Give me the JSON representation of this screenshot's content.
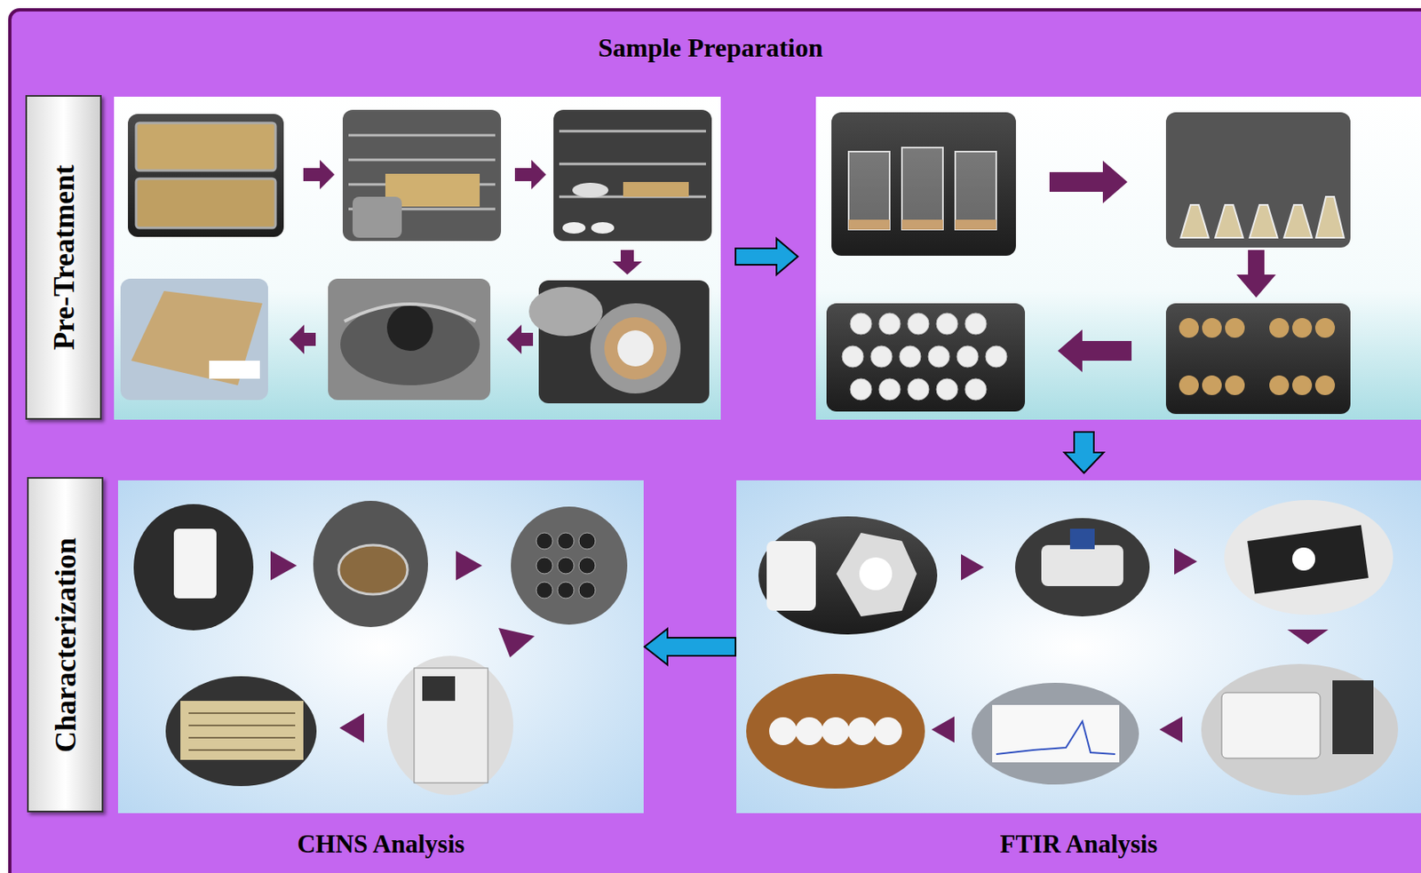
{
  "diagram": {
    "title": "Sample Preparation",
    "nodes": [
      {
        "text": [
          "Pre-Treatment"
        ]
      },
      {
        "text": [
          "Characterization"
        ]
      },
      {
        "text": [
          "FTIR Analysis"
        ]
      },
      {
        "text": [
          "CHNS Analysis"
        ]
      }
    ],
    "edges": [
      {
        "from": 2,
        "to": 3,
        "arrow": "to"
      }
    ]
  }
}
